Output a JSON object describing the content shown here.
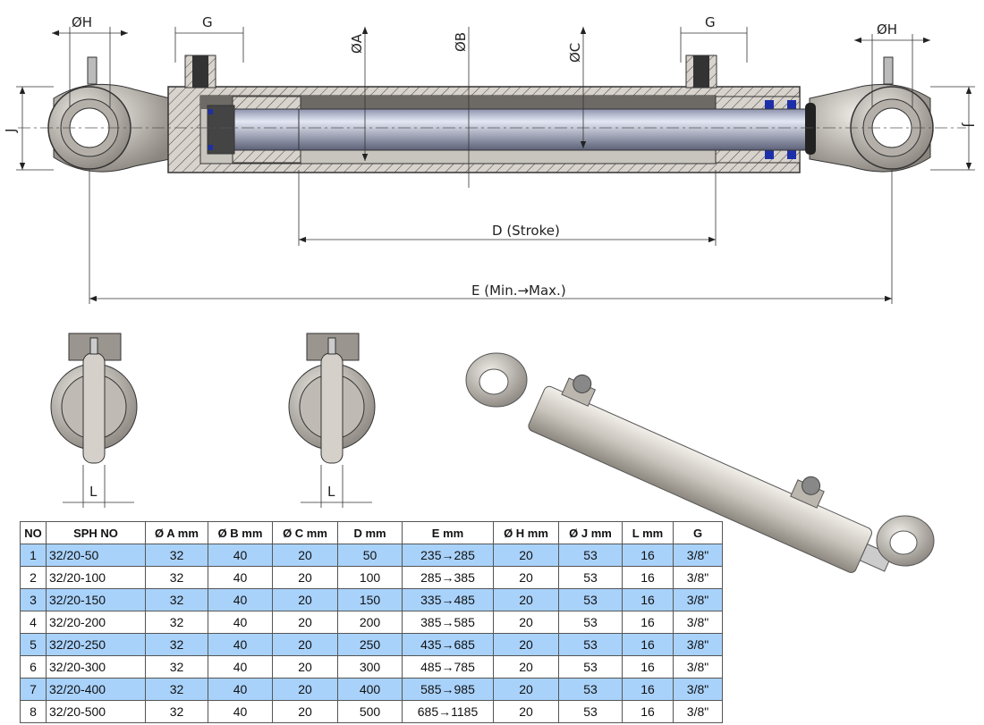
{
  "drawing": {
    "labels": {
      "h_left": "ØH",
      "g_left": "G",
      "a": "ØA",
      "b": "ØB",
      "c": "ØC",
      "g_right": "G",
      "h_right": "ØH",
      "j_left": "J",
      "j_right": "J",
      "stroke": "D (Stroke)",
      "length": "E (Min.→Max.)",
      "l_view1": "L",
      "l_view2": "L"
    },
    "colors": {
      "metal": "#d8d3cc",
      "rod": "#b9bfd6",
      "seal": "#1d2fa8",
      "row_alt": "#a9d2fb"
    }
  },
  "table": {
    "headers": [
      "NO",
      "SPH NO",
      "Ø A mm",
      "Ø B mm",
      "Ø C mm",
      "D mm",
      "E mm",
      "Ø H mm",
      "Ø J mm",
      "L mm",
      "G"
    ],
    "rows": [
      [
        "1",
        "32/20-50",
        "32",
        "40",
        "20",
        "50",
        "235→285",
        "20",
        "53",
        "16",
        "3/8\""
      ],
      [
        "2",
        "32/20-100",
        "32",
        "40",
        "20",
        "100",
        "285→385",
        "20",
        "53",
        "16",
        "3/8\""
      ],
      [
        "3",
        "32/20-150",
        "32",
        "40",
        "20",
        "150",
        "335→485",
        "20",
        "53",
        "16",
        "3/8\""
      ],
      [
        "4",
        "32/20-200",
        "32",
        "40",
        "20",
        "200",
        "385→585",
        "20",
        "53",
        "16",
        "3/8\""
      ],
      [
        "5",
        "32/20-250",
        "32",
        "40",
        "20",
        "250",
        "435→685",
        "20",
        "53",
        "16",
        "3/8\""
      ],
      [
        "6",
        "32/20-300",
        "32",
        "40",
        "20",
        "300",
        "485→785",
        "20",
        "53",
        "16",
        "3/8\""
      ],
      [
        "7",
        "32/20-400",
        "32",
        "40",
        "20",
        "400",
        "585→985",
        "20",
        "53",
        "16",
        "3/8\""
      ],
      [
        "8",
        "32/20-500",
        "32",
        "40",
        "20",
        "500",
        "685→1185",
        "20",
        "53",
        "16",
        "3/8\""
      ]
    ]
  }
}
